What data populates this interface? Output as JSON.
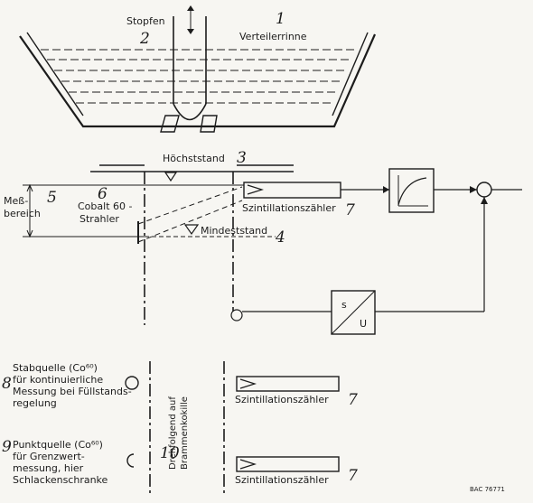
{
  "labels": {
    "stopfen": "Stopfen",
    "verteilerrinne": "Verteilerrinne",
    "hoechststand": "Höchststand",
    "messbereich_1": "Meß-",
    "messbereich_2": "bereich",
    "cobalt_1": "Cobalt 60 -",
    "cobalt_2": "Strahler",
    "mindeststand": "Mindeststand",
    "szint_1": "Szintillationszähler",
    "szint_2": "Szintillationszähler",
    "szint_3": "Szintillationszähler",
    "s_label": "s",
    "u_label": "U",
    "stab_1": "Stabquelle (Co⁶⁰)",
    "stab_2": "für kontinuierliche",
    "stab_3": "Messung bei Füllstands-",
    "stab_4": "regelung",
    "punkt_1": "Punktquelle (Co⁶⁰)",
    "punkt_2": "für Grenzwert-",
    "punkt_3": "messung, hier",
    "punkt_4": "Schlackenschranke",
    "vertical_1": "Drehfolgend auf",
    "vertical_2": "Brammenkokille",
    "code": "BAC 76771"
  },
  "numbers": {
    "n1": "1",
    "n2": "2",
    "n3": "3",
    "n4": "4",
    "n5": "5",
    "n6": "6",
    "n7a": "7",
    "n7b": "7",
    "n7c": "7",
    "n8": "8",
    "n9": "9",
    "n10": "10"
  }
}
